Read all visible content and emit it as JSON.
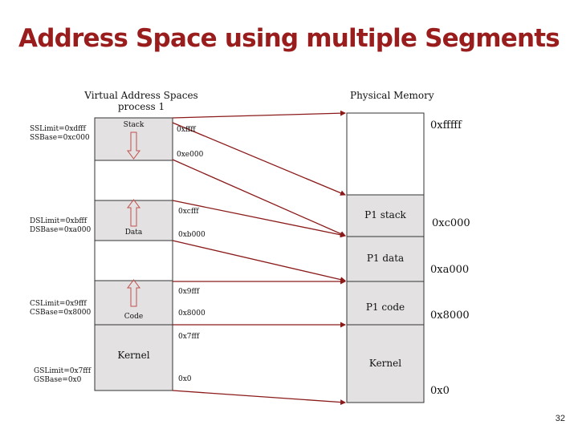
{
  "title": "Address Space using multiple Segments",
  "virtual": {
    "heading_line1": "Virtual Address Spaces",
    "heading_line2": "process 1",
    "segments": {
      "stack": "Stack",
      "data": "Data",
      "code": "Code",
      "kernel": "Kernel"
    },
    "addresses": {
      "a_ffff": "0xffff",
      "a_e000": "0xe000",
      "a_cfff": "0xcfff",
      "a_b000": "0xb000",
      "a_9fff": "0x9fff",
      "a_8000": "0x8000",
      "a_7fff": "0x7fff",
      "a_0": "0x0"
    },
    "registers": {
      "ss_limit": "SSLimit=0xdfff",
      "ss_base": "SSBase=0xc000",
      "ds_limit": "DSLimit=0xbfff",
      "ds_base": "DSBase=0xa000",
      "cs_limit": "CSLimit=0x9fff",
      "cs_base": "CSBase=0x8000",
      "gs_limit": "GSLimit=0x7fff",
      "gs_base": "GSBase=0x0"
    }
  },
  "physical": {
    "heading": "Physical Memory",
    "segments": {
      "stack": "P1 stack",
      "data": "P1 data",
      "code": "P1 code",
      "kernel": "Kernel"
    },
    "addresses": {
      "a_fffff": "0xfffff",
      "a_c000": "0xc000",
      "a_a000": "0xa000",
      "a_8000": "0x8000",
      "a_0": "0x0"
    }
  },
  "colors": {
    "title": "#9a1d1d",
    "segment_fill": "#e3e1e1",
    "arrow": "#8b1a1a"
  },
  "page_number": "32"
}
